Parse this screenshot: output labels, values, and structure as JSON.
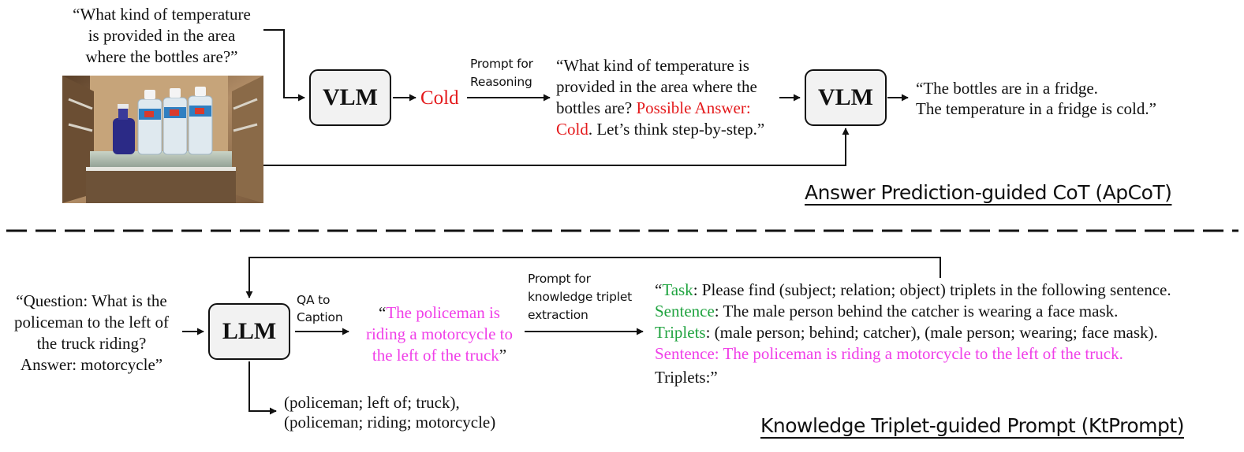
{
  "top": {
    "question": [
      "“What kind of temperature",
      "is provided in the area",
      "where the bottles are?”"
    ],
    "vlm1": "VLM",
    "answer": "Cold",
    "prompt_label": [
      "Prompt for",
      "Reasoning"
    ],
    "reasoning_prompt": {
      "line1": "“What kind of temperature is",
      "line2": "provided in the area where the",
      "line3_a": "bottles are? ",
      "line3_b": "Possible Answer:",
      "line4_a": "Cold",
      "line4_b": ". Let’s think step-by-step.”"
    },
    "vlm2": "VLM",
    "output": [
      "“The bottles are in a fridge.",
      "The temperature in a fridge is cold.”"
    ],
    "title": "Answer Prediction-guided CoT (ApCoT)"
  },
  "bottom": {
    "question": [
      "“Question: What is the",
      "policeman to the left of",
      "the truck riding?",
      "Answer: motorcycle”"
    ],
    "llm": "LLM",
    "qa_label": [
      "QA to",
      "Caption"
    ],
    "caption": {
      "l1_a": "“",
      "l1_b": "The policeman is",
      "l2": "riding a motorcycle to",
      "l3_a": "the left of the truck",
      "l3_b": "”"
    },
    "prompt_label": [
      "Prompt for",
      "knowledge triplet",
      "extraction"
    ],
    "ktprompt": {
      "l1_a": "“",
      "l1_b": "Task",
      "l1_c": ": Please find (subject; relation; object) triplets in the following sentence.",
      "l2_a": "Sentence",
      "l2_b": ": The male person behind the catcher is wearing a face mask.",
      "l3_a": "Triplets",
      "l3_b": ": (male person; behind; catcher), (male person; wearing; face mask).",
      "l4": "Sentence: The policeman is riding a motorcycle to the left of the truck.",
      "l5": "Triplets:”"
    },
    "triplets": [
      "(policeman; left of; truck),",
      "(policeman; riding; motorcycle)"
    ],
    "title": "Knowledge Triplet-guided Prompt (KtPrompt)"
  },
  "colors": {
    "answer_red": "#e41a1c",
    "caption_magenta": "#f03fe8",
    "keyword_green": "#1fa33f",
    "box_fill": "#f2f2f2"
  }
}
